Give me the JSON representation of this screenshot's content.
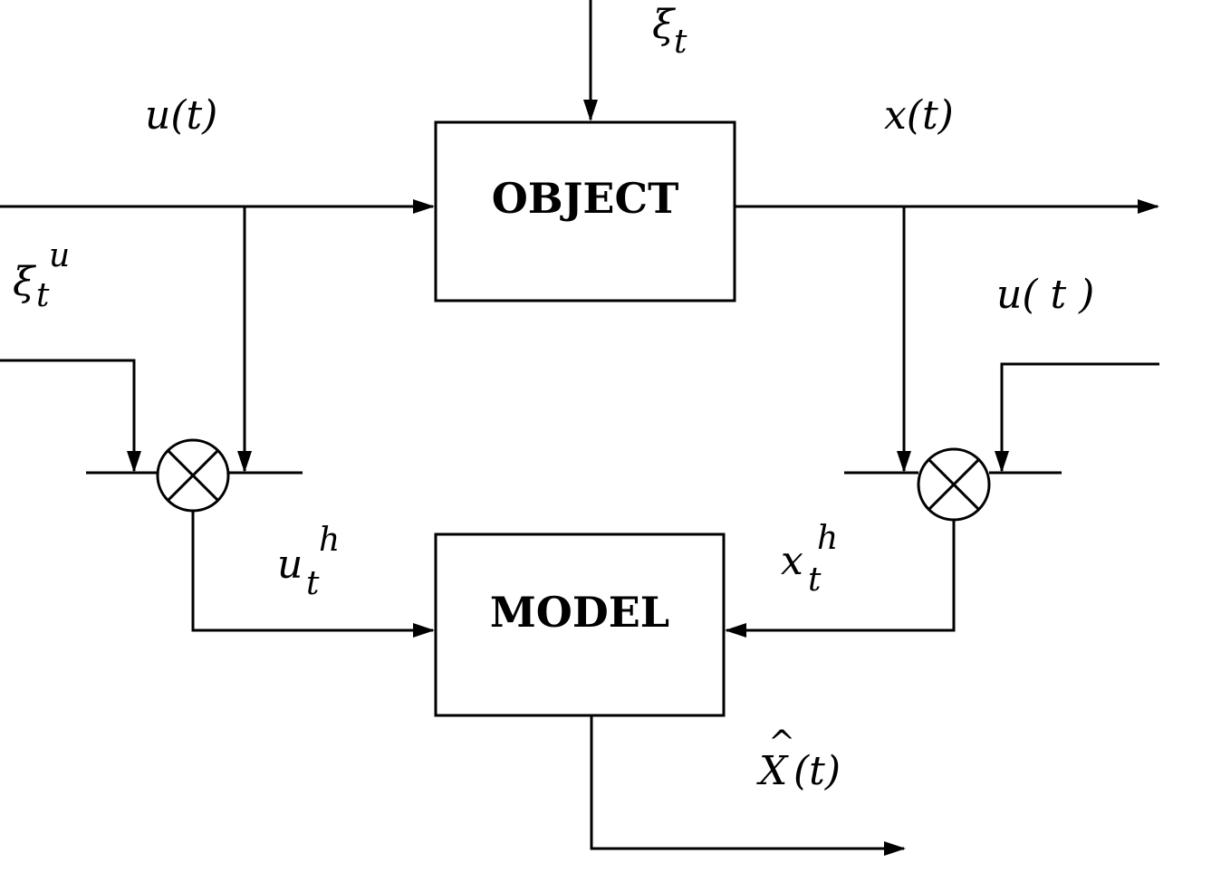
{
  "blocks": {
    "object": "OBJECT",
    "model": "MODEL"
  },
  "labels": {
    "xi_t": {
      "base": "ξ",
      "sub": "t"
    },
    "u_in": "u(t)",
    "x_out": "x(t)",
    "xi_u": {
      "base": "ξ",
      "sub": "t",
      "sup": "u"
    },
    "u_right": "u( t )",
    "u_h": {
      "base": "u",
      "sub": "t",
      "sup": "h"
    },
    "x_h": {
      "base": "x",
      "sub": "t",
      "sup": "h"
    },
    "x_hat": {
      "hat": "^",
      "base": "X",
      "arg": "(t)"
    }
  }
}
